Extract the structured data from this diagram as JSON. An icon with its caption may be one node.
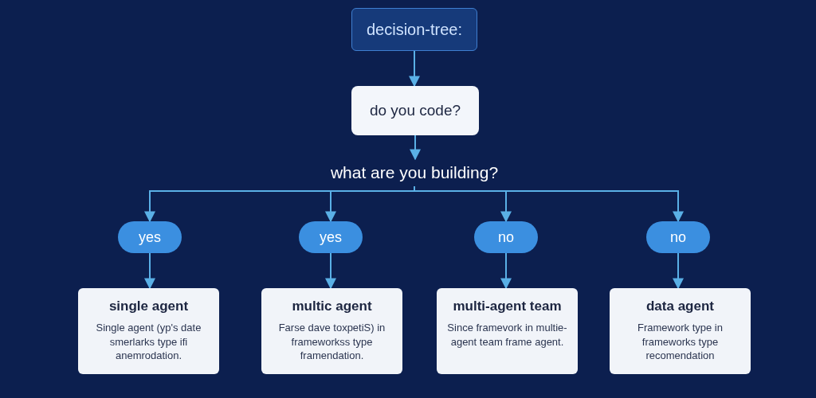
{
  "diagram": {
    "nodes": [
      {
        "text": [
          "decision-tree:"
        ]
      },
      {
        "text": [
          "do you code?"
        ]
      },
      {
        "text": [
          "what are you building?"
        ]
      },
      {
        "text": [
          "yes"
        ]
      },
      {
        "text": [
          "yes"
        ]
      },
      {
        "text": [
          "no"
        ]
      },
      {
        "text": [
          "no"
        ]
      },
      {
        "text": [
          "single agent",
          "Single agent (yp's date smerlarks type ifi anemrodation."
        ]
      },
      {
        "text": [
          "multic agent",
          "Farse dave toxpetiS) in frameworkss type framendation."
        ]
      },
      {
        "text": [
          "multi-agent team",
          "Since framevork in multie-agent team frame agent."
        ]
      },
      {
        "text": [
          "data agent",
          "Framework type in frameworks type recomendation"
        ]
      }
    ],
    "edges": [
      {
        "from": 0,
        "to": 1,
        "arrow": "to"
      },
      {
        "from": 1,
        "to": 2,
        "arrow": "to"
      },
      {
        "from": 2,
        "to": 3,
        "arrow": "to"
      },
      {
        "from": 2,
        "to": 4,
        "arrow": "to"
      },
      {
        "from": 2,
        "to": 5,
        "arrow": "to"
      },
      {
        "from": 2,
        "to": 6,
        "arrow": "to"
      },
      {
        "from": 3,
        "to": 7,
        "arrow": "to"
      },
      {
        "from": 4,
        "to": 8,
        "arrow": "to"
      },
      {
        "from": 5,
        "to": 9,
        "arrow": "to"
      },
      {
        "from": 6,
        "to": 10,
        "arrow": "to"
      }
    ]
  }
}
